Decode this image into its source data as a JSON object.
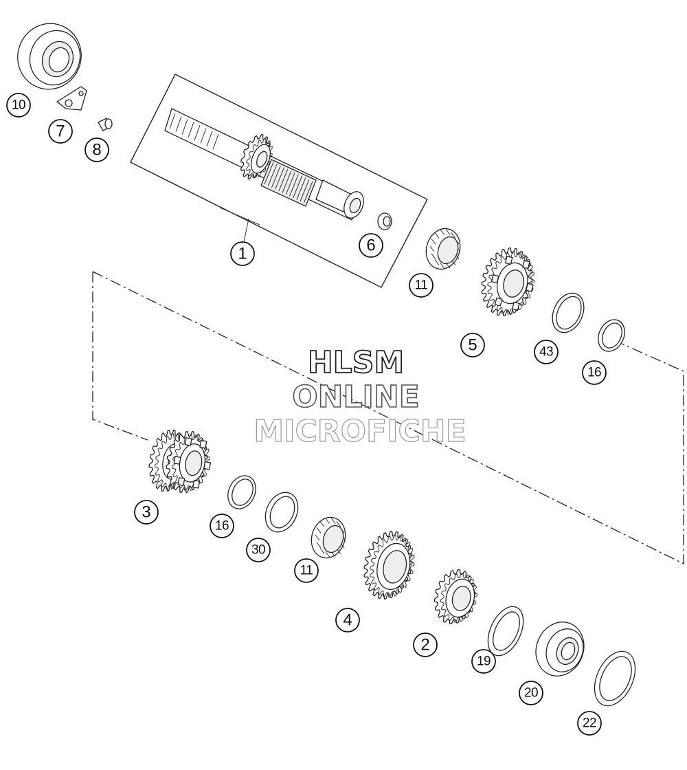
{
  "watermark": {
    "line1": "HLSM",
    "line2": "ONLINE",
    "line3": "MICROFICHE"
  },
  "callouts": [
    {
      "id": "c10",
      "label": "10"
    },
    {
      "id": "c7",
      "label": "7"
    },
    {
      "id": "c8",
      "label": "8"
    },
    {
      "id": "c1",
      "label": "1"
    },
    {
      "id": "c6",
      "label": "6"
    },
    {
      "id": "c11a",
      "label": "11"
    },
    {
      "id": "c5",
      "label": "5"
    },
    {
      "id": "c43",
      "label": "43"
    },
    {
      "id": "c16a",
      "label": "16"
    },
    {
      "id": "c3",
      "label": "3"
    },
    {
      "id": "c16b",
      "label": "16"
    },
    {
      "id": "c30",
      "label": "30"
    },
    {
      "id": "c11b",
      "label": "11"
    },
    {
      "id": "c4",
      "label": "4"
    },
    {
      "id": "c2",
      "label": "2"
    },
    {
      "id": "c19",
      "label": "19"
    },
    {
      "id": "c20",
      "label": "20"
    },
    {
      "id": "c22",
      "label": "22"
    }
  ]
}
